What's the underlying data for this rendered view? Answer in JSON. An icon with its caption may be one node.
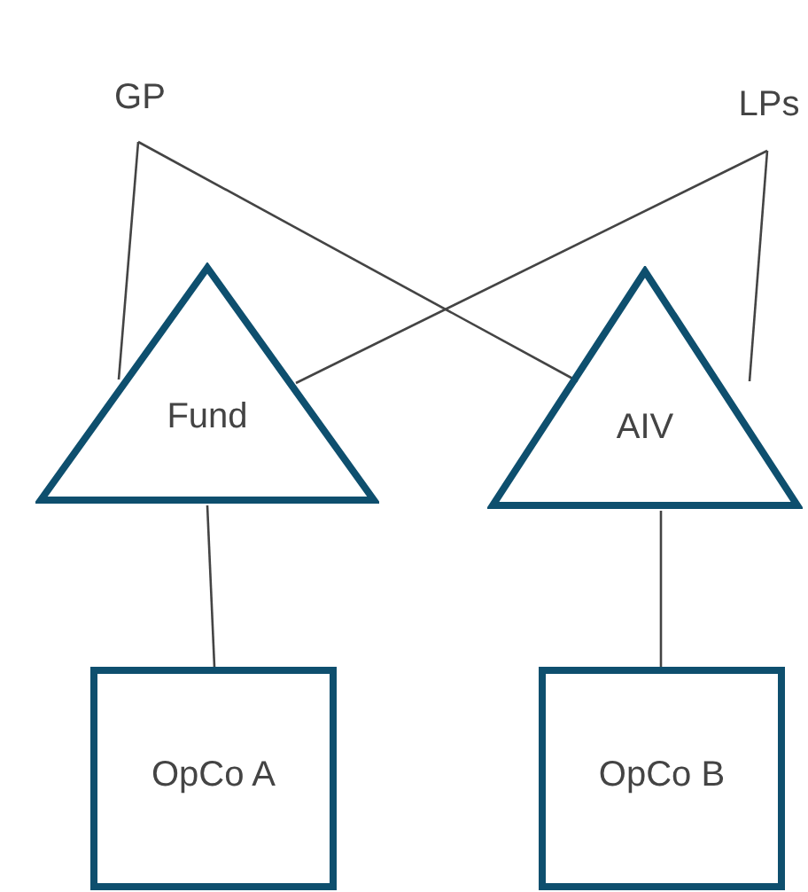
{
  "diagram": {
    "nodes": [
      {
        "text": [
          "GP"
        ]
      },
      {
        "text": [
          "LPs"
        ]
      },
      {
        "text": [
          "Fund"
        ]
      },
      {
        "text": [
          "AIV"
        ]
      },
      {
        "text": [
          "OpCo A"
        ]
      },
      {
        "text": [
          "OpCo B"
        ]
      }
    ],
    "edges": [
      {
        "from": 0,
        "to": 2,
        "arrow": "none"
      },
      {
        "from": 0,
        "to": 3,
        "arrow": "none"
      },
      {
        "from": 1,
        "to": 2,
        "arrow": "none"
      },
      {
        "from": 1,
        "to": 3,
        "arrow": "none"
      },
      {
        "from": 2,
        "to": 4,
        "arrow": "none"
      },
      {
        "from": 3,
        "to": 5,
        "arrow": "none"
      }
    ]
  }
}
